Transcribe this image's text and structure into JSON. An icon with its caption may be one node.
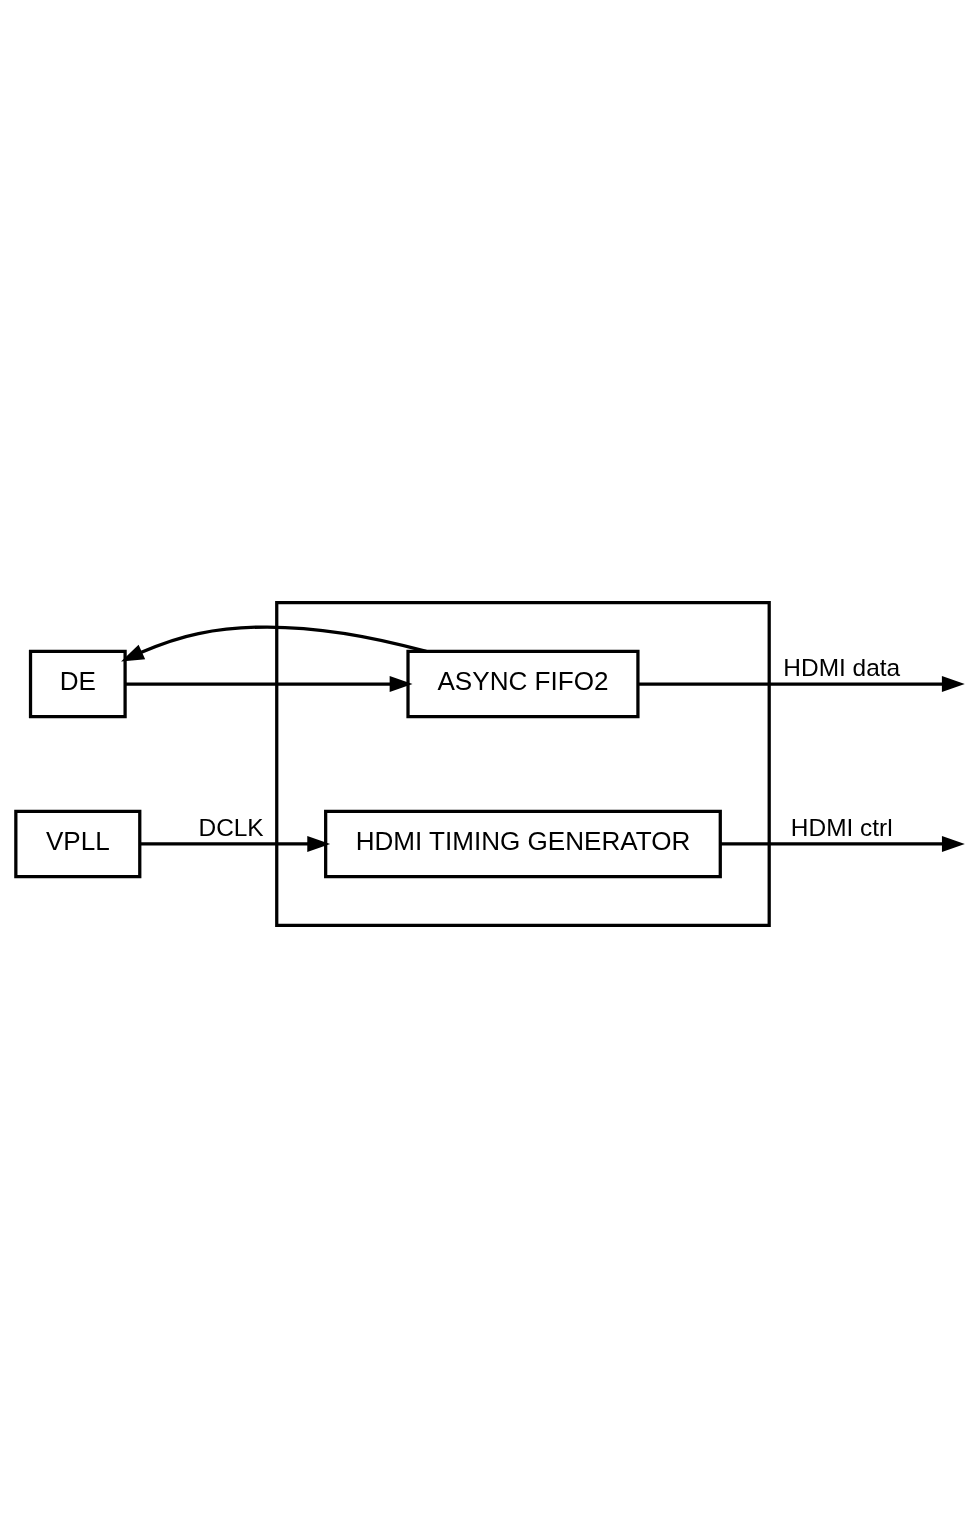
{
  "diagram": {
    "nodes": [
      {
        "text": [],
        "shape": "box"
      },
      {
        "text": [
          "VPLL"
        ]
      },
      {
        "text": [
          "HDMI TIMING GENERATOR"
        ],
        "in": 0
      },
      {
        "text": [
          "DE"
        ]
      },
      {
        "text": [
          "ASYNC FIFO2"
        ],
        "in": 0
      }
    ],
    "edges": [
      {
        "from": 1,
        "to": 2,
        "arrow": "to",
        "label": "DCLK"
      },
      {
        "from": 2,
        "to": null,
        "arrow": "to",
        "label": "HDMI ctrl"
      },
      {
        "from": 3,
        "to": 4,
        "arrow": "to"
      },
      {
        "from": 4,
        "to": 3,
        "arrow": "to"
      },
      {
        "from": 4,
        "to": null,
        "arrow": "to",
        "label": "HDMI data"
      }
    ]
  }
}
